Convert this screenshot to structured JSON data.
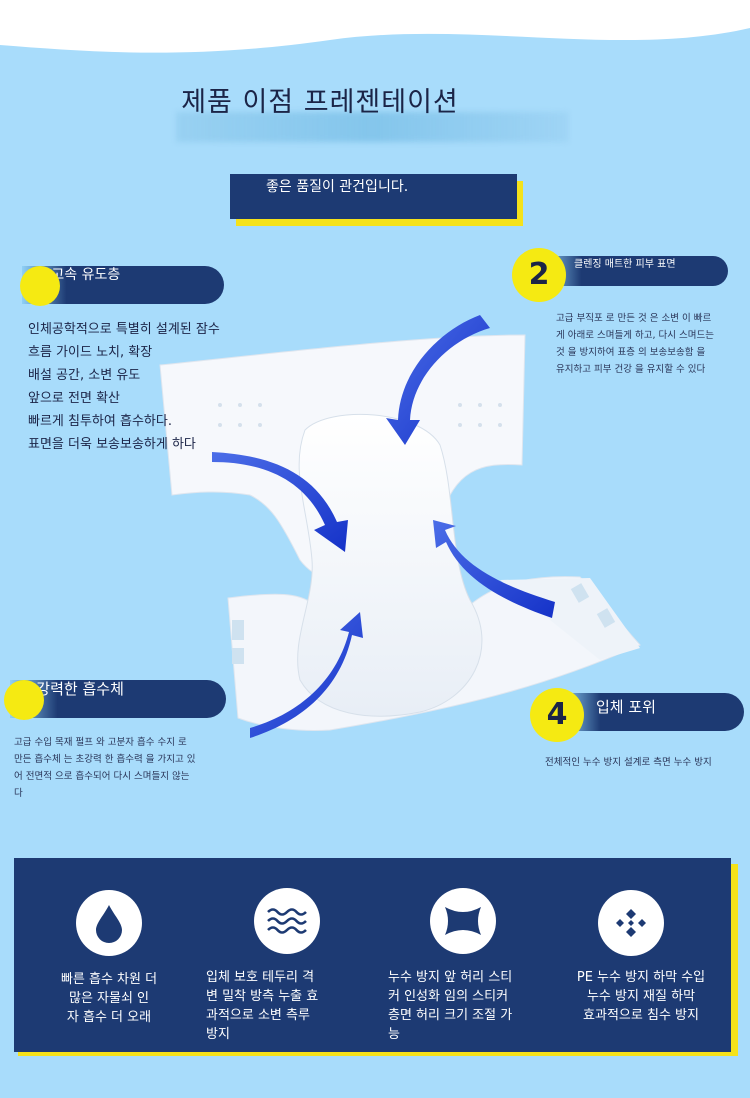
{
  "page": {
    "title": "제품 이점 프레젠테이션",
    "quality_banner": "좋은 품질이 관건입니다."
  },
  "features": [
    {
      "label": "1.고속 유도층",
      "body": [
        "인체공학적으로 특별히 설계된 잠수",
        "흐름 가이드 노치, 확장",
        "배설 공간, 소변 유도",
        "앞으로 전면 확산",
        "빠르게 침투하여 흡수하다.",
        "표면을 더욱 보송보송하게 하다"
      ]
    },
    {
      "number": "2",
      "label": "클렌징 매트한 피부 표면",
      "body": [
        "고급 부직포 로 만든 것 은 소변 이 빠르",
        "게 아래로 스며들게 하고, 다시 스며드는",
        "것 을 방지하여 표층 의 보송보송함 을",
        "유지하고 피부 건강 을 유지할 수 있다"
      ]
    },
    {
      "label": "3.강력한 흡수체",
      "body": [
        "고급 수입 목재 펄프 와 고분자 흡수 수지 로",
        "만든 흡수체 는 초강력 한 흡수력 을 가지고 있",
        "어 전면적 으로 흡수되어 다시 스며들지 않는",
        "다"
      ]
    },
    {
      "number": "4",
      "label": "입체 포위",
      "body": [
        "전체적인 누수 방지 설계로 측면 누수 방지"
      ]
    }
  ],
  "bottom_features": [
    {
      "icon": "water-drop-icon",
      "text": [
        "빠른 흡수 차원 더",
        "많은 자물쇠 인",
        "자 흡수 더 오래"
      ]
    },
    {
      "icon": "wave-lines-icon",
      "text": [
        "입체 보호 테두리 격",
        "변 밀착 방측 누출 효",
        "과적으로 소변 측루",
        "방지"
      ]
    },
    {
      "icon": "waist-tape-icon",
      "text": [
        "누수 방지 앞 허리 스티",
        "커 인성화 임의 스티커",
        "층면 허리 크기 조절 가",
        "능"
      ]
    },
    {
      "icon": "diamond-grid-icon",
      "text": [
        "PE 누수 방지 하막 수입",
        "누수 방지 재질 하막",
        "효과적으로 침수 방지"
      ]
    }
  ],
  "colors": {
    "background": "#a8dcfb",
    "navy": "#1d3a73",
    "yellow": "#f5ea12",
    "arrow_blue": "#1f4fd6"
  }
}
